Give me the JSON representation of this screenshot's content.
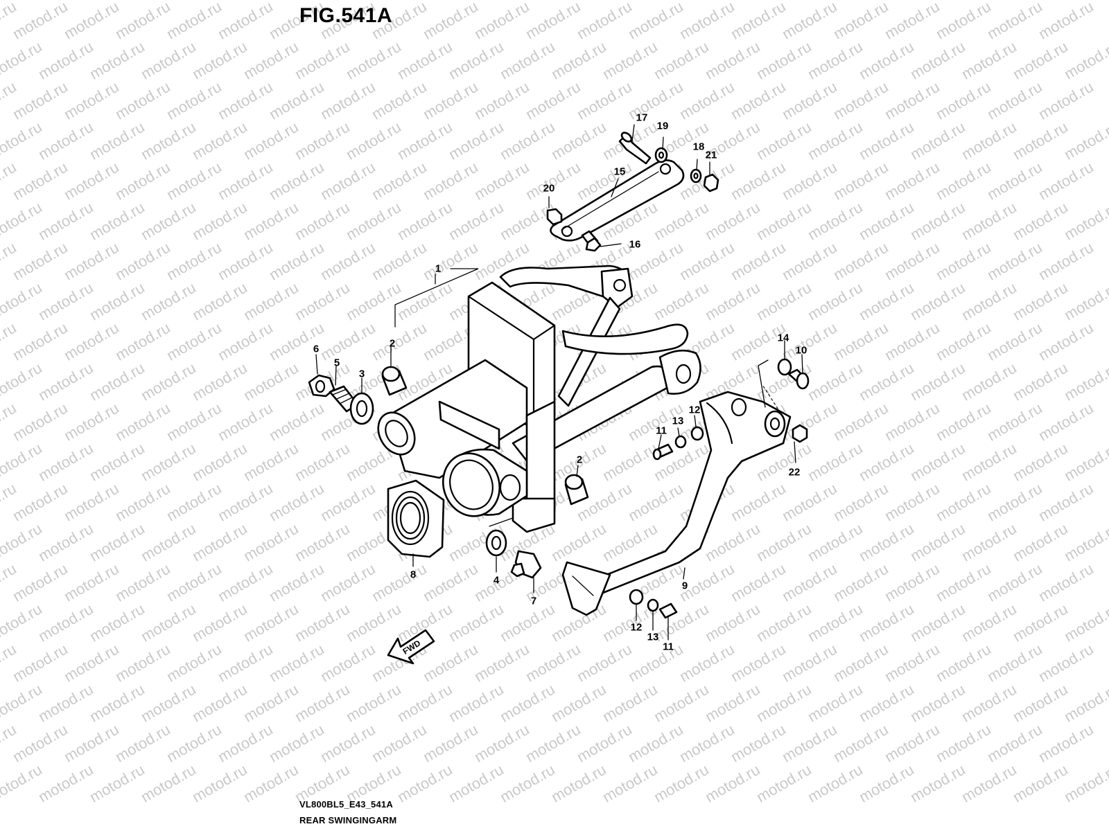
{
  "figure": {
    "title": "FIG.541A",
    "model_code": "VL800BL5_E43_541A",
    "caption": "REAR SWINGINGARM",
    "watermark": "motod.ru",
    "fwd_label": "FWD"
  },
  "callouts": [
    {
      "id": "c1",
      "label": "1"
    },
    {
      "id": "c2a",
      "label": "2"
    },
    {
      "id": "c2b",
      "label": "2"
    },
    {
      "id": "c3",
      "label": "3"
    },
    {
      "id": "c4",
      "label": "4"
    },
    {
      "id": "c5",
      "label": "5"
    },
    {
      "id": "c6",
      "label": "6"
    },
    {
      "id": "c7",
      "label": "7"
    },
    {
      "id": "c8",
      "label": "8"
    },
    {
      "id": "c9",
      "label": "9"
    },
    {
      "id": "c10",
      "label": "10"
    },
    {
      "id": "c11a",
      "label": "11"
    },
    {
      "id": "c11b",
      "label": "11"
    },
    {
      "id": "c12a",
      "label": "12"
    },
    {
      "id": "c12b",
      "label": "12"
    },
    {
      "id": "c13a",
      "label": "13"
    },
    {
      "id": "c13b",
      "label": "13"
    },
    {
      "id": "c14",
      "label": "14"
    },
    {
      "id": "c15",
      "label": "15"
    },
    {
      "id": "c16",
      "label": "16"
    },
    {
      "id": "c17",
      "label": "17"
    },
    {
      "id": "c18",
      "label": "18"
    },
    {
      "id": "c19",
      "label": "19"
    },
    {
      "id": "c20",
      "label": "20"
    },
    {
      "id": "c21",
      "label": "21"
    },
    {
      "id": "c22",
      "label": "22"
    }
  ]
}
